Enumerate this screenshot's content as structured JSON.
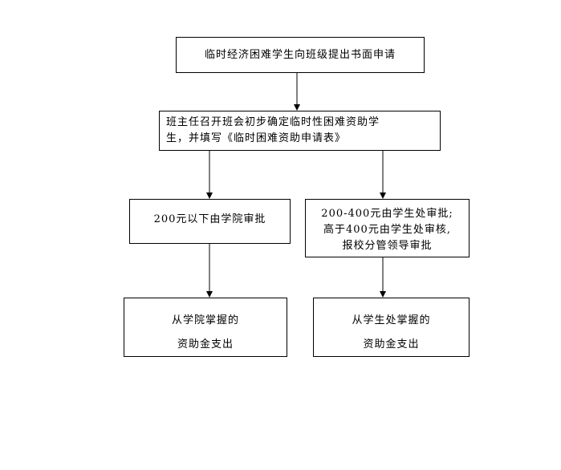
{
  "flowchart": {
    "step_apply": "临时经济困难学生向班级提出书面申请",
    "step_class_meeting": [
      "班主任召开班会初步确定临时性困难资助学",
      "生，并填写《临时困难资助申请表》"
    ],
    "branch_college_approval": "200元以下由学院审批",
    "branch_office_approval": [
      "200-400元由学生处审批;",
      "高于400元由学生处审核,",
      "报校分管领导审批"
    ],
    "fund_college": [
      "从学院掌握的",
      "资助金支出"
    ],
    "fund_office": [
      "从学生处掌握的",
      "资助金支出"
    ]
  },
  "colors": {
    "stroke": "#000000",
    "background": "#ffffff"
  }
}
